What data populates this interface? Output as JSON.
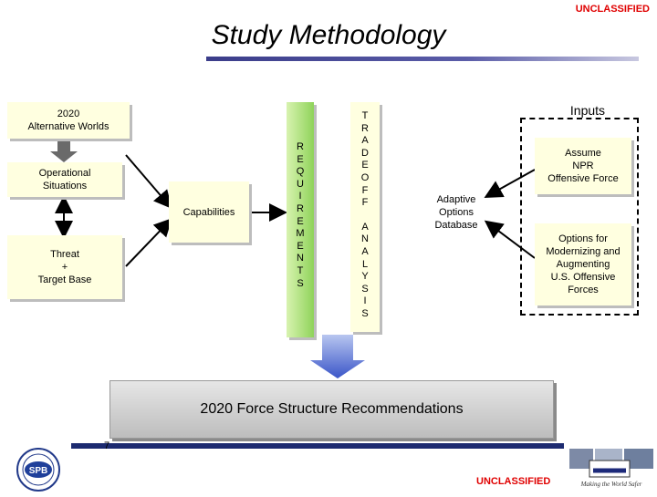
{
  "classification": {
    "top": "UNCLASSIFIED",
    "bottom": "UNCLASSIFIED"
  },
  "title": "Study Methodology",
  "boxes": {
    "alt_worlds": "2020\nAlternative Worlds",
    "operational": "Operational\nSituations",
    "threat": "Threat\n+\nTarget Base",
    "capabilities": "Capabilities",
    "adaptive": "Adaptive\nOptions\nDatabase",
    "assume": "Assume\nNPR\nOffensive Force",
    "options": "Options for\nModernizing and\nAugmenting\nU.S. Offensive\nForces"
  },
  "vertical": {
    "requirements": "REQUIREMENTS",
    "trade": "TRADEOFF",
    "analysis": "ANALYSIS"
  },
  "inputs_label": "Inputs",
  "recommendations": "2020 Force Structure Recommendations",
  "page_number": "7",
  "logos": {
    "left": "SPB",
    "right_tagline": "Making the World Safer"
  }
}
